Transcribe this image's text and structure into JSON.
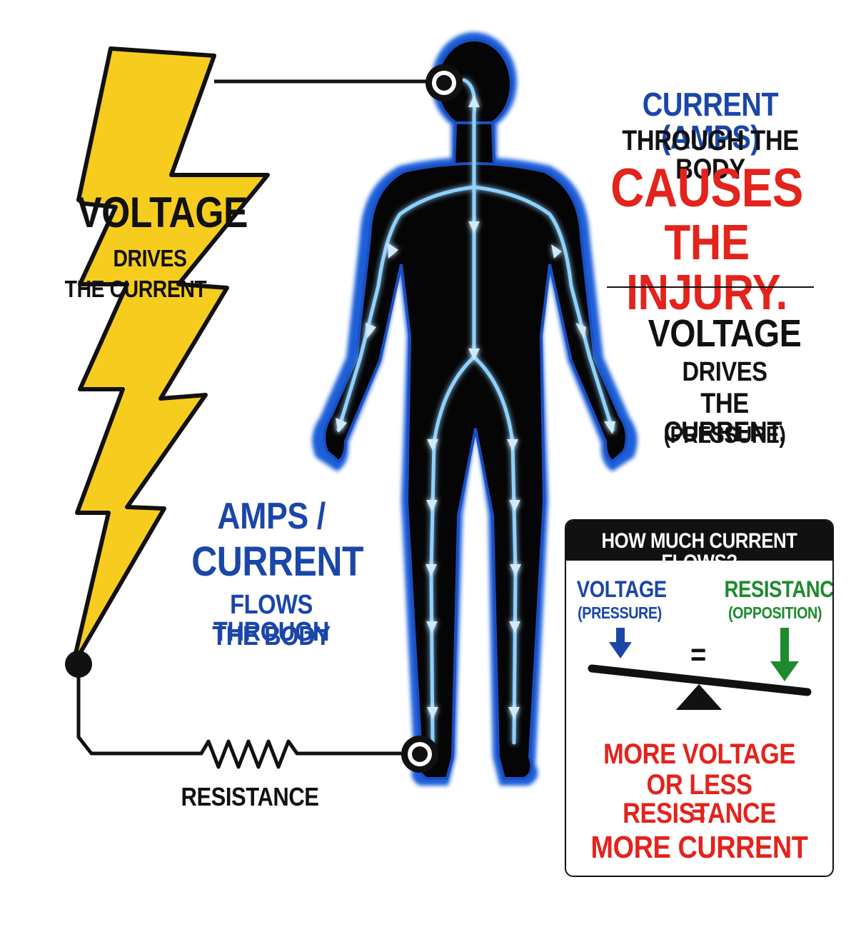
{
  "bolt": {
    "title": "VOLTAGE",
    "line1": "DRIVES",
    "line2": "THE CURRENT"
  },
  "current_label": {
    "line1": "AMPS /",
    "line2": "CURRENT",
    "line3": "FLOWS THROUGH",
    "line4": "THE BODY"
  },
  "resistor_label": "RESISTANCE",
  "headline": {
    "line1": "CURRENT (AMPS)",
    "line2": "THROUGH THE BODY",
    "line3": "CAUSES",
    "line4": "THE INJURY."
  },
  "voltage_note": {
    "line1": "VOLTAGE",
    "line2": "DRIVES",
    "line3": "THE CURRENT.",
    "line4": "(PRESSURE)"
  },
  "panel": {
    "header": "HOW MUCH CURRENT FLOWS?",
    "left_label": "VOLTAGE",
    "left_sub": "(PRESSURE)",
    "equals": "=",
    "right_label": "RESISTANCE",
    "right_sub": "(OPPOSITION)",
    "result1": "MORE VOLTAGE",
    "result2": "OR LESS RESISTANCE",
    "result_equals": "=",
    "result3": "MORE CURRENT"
  },
  "colors": {
    "bolt_yellow": "#f6cd1e",
    "current_blue": "#1a46a8",
    "glow_blue": "#2f7bff",
    "injury_red": "#e3231c",
    "resistance_green": "#1e8a2e",
    "ink": "#111111"
  },
  "icons": {
    "bolt": "lightning-bolt-icon",
    "body": "human-silhouette-icon",
    "resistor": "resistor-zigzag-icon",
    "seesaw": "balance-scale-icon"
  }
}
